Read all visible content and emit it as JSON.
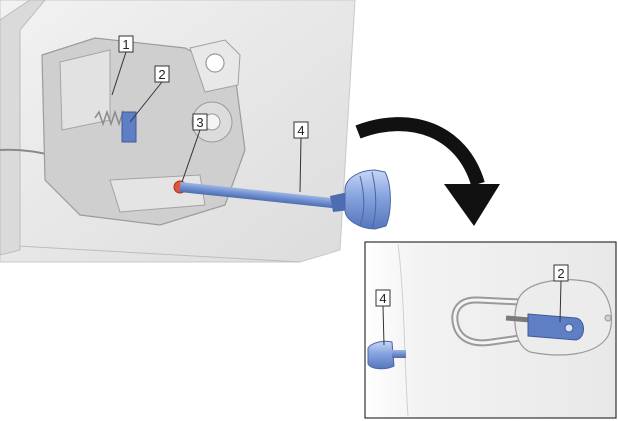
{
  "callouts": [
    {
      "id": "1",
      "label": "1"
    },
    {
      "id": "2",
      "label": "2"
    },
    {
      "id": "3",
      "label": "3"
    },
    {
      "id": "4",
      "label": "4"
    }
  ],
  "inset_callouts": [
    {
      "id": "4",
      "label": "4"
    },
    {
      "id": "2",
      "label": "2"
    }
  ],
  "icons": {
    "main_view": "lock-mechanism-illustration",
    "tool": "screwdriver-icon",
    "transition": "curved-arrow-icon",
    "inset_view": "lock-detail-illustration"
  },
  "colors": {
    "tool_blue": "#6f8fd0",
    "highlight_red": "#e2563f",
    "lever_blue": "#5f7fc5",
    "arrow_black": "#111111",
    "panel_gray": "#e6e6e6"
  }
}
